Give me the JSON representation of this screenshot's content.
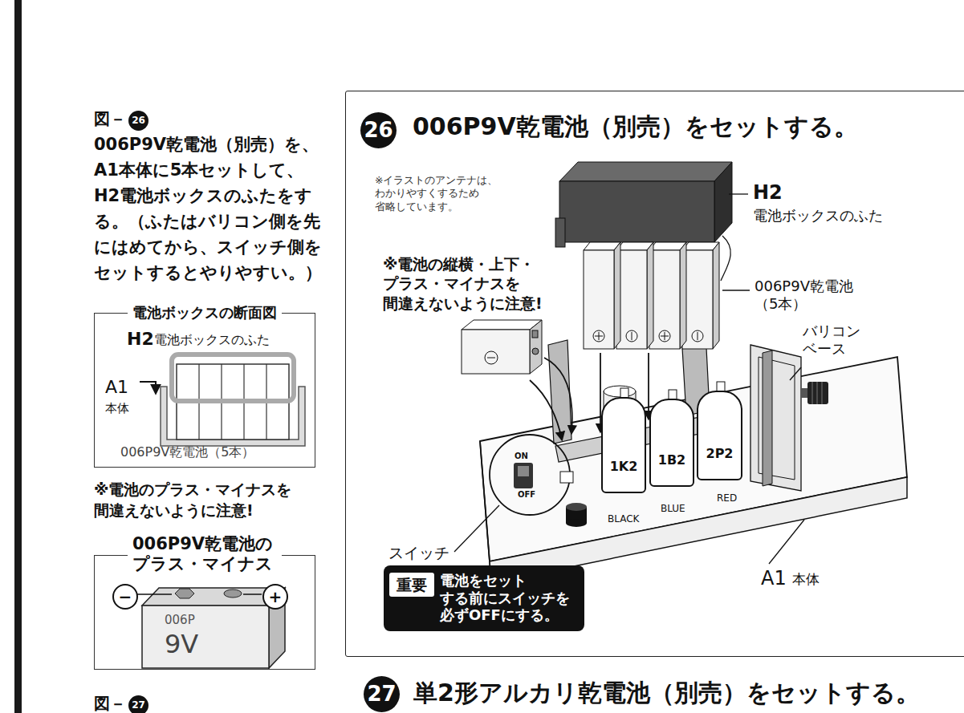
{
  "diagram": {
    "nodes": [
      {
        "text": [
          "26"
        ]
      },
      {
        "text": [
          "電池ボックスの断面図"
        ]
      },
      {
        "text": [
          "006P9V乾電池の プラス・マイナス"
        ]
      },
      {
        "text": [
          "−"
        ],
        "in": 2
      },
      {
        "text": [
          "+"
        ],
        "in": 2
      },
      {
        "text": [
          "27"
        ]
      },
      {
        "text": [
          "006P9V乾電池（別売）をセットする。"
        ]
      },
      {
        "text": [
          "26"
        ],
        "in": 6
      },
      {
        "text": [
          "1K2"
        ],
        "in": 6
      },
      {
        "text": [
          "1B2"
        ],
        "in": 6
      },
      {
        "text": [
          "2P2"
        ],
        "in": 6
      },
      {
        "text": [
          "電池をセット する前にスイッチを 必ずOFFにする。"
        ],
        "in": 6
      },
      {
        "text": [
          "重要"
        ],
        "in": 11
      },
      {
        "text": [
          "27"
        ]
      }
    ],
    "labels": [
      "図－",
      "006P9V乾電池（別売）を、 A1本体に5本セットして、 H2電池ボックスのふたをす る。（ふたはバリコン側を先 にはめてから、スイッチ側を セットするとやりやすい。）",
      "H2",
      "電池ボックスのふた",
      "A1",
      "本体",
      "006P9V乾電池（5本）",
      "※電池のプラス・マイナスを 間違えないように注意!",
      "006P",
      "9V",
      "図－",
      "※イラストのアンテナは、 わかりやすくするため 省略しています。",
      "H2",
      "電池ボックスのふた",
      "※電池の縦横・上下・ プラス・マイナスを 間違えないように注意!",
      "006P9V乾電池 （5本）",
      "バリコン ベース",
      "ON",
      "OFF",
      "BLACK",
      "BLUE",
      "RED",
      "スイッチ",
      "A1",
      "本体",
      "単2形アルカリ乾電池（別売）をセットする。"
    ]
  }
}
